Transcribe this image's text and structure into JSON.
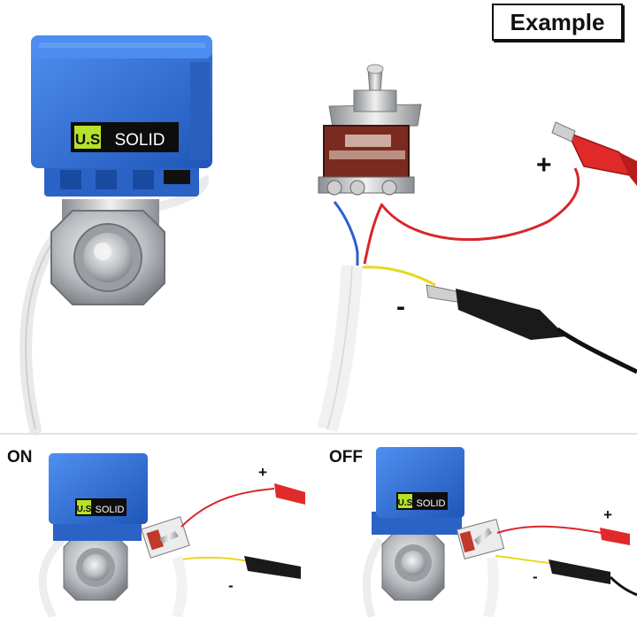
{
  "badge": {
    "label": "Example"
  },
  "brand": {
    "us": "U.S",
    "solid": "SOLID"
  },
  "top_diagram": {
    "plus": "+",
    "minus": "-"
  },
  "panels": [
    {
      "title": "ON",
      "plus": "+",
      "minus": "-"
    },
    {
      "title": "OFF",
      "plus": "+",
      "minus": "-"
    }
  ],
  "colors": {
    "actuator_blue": "#2f6fd6",
    "wire_red": "#d9262c",
    "wire_blue": "#2b5fd0",
    "wire_yellow": "#e8d820",
    "clip_red": "#e02a2a",
    "clip_black": "#1a1a1a",
    "logo_green": "#b6e12a"
  }
}
